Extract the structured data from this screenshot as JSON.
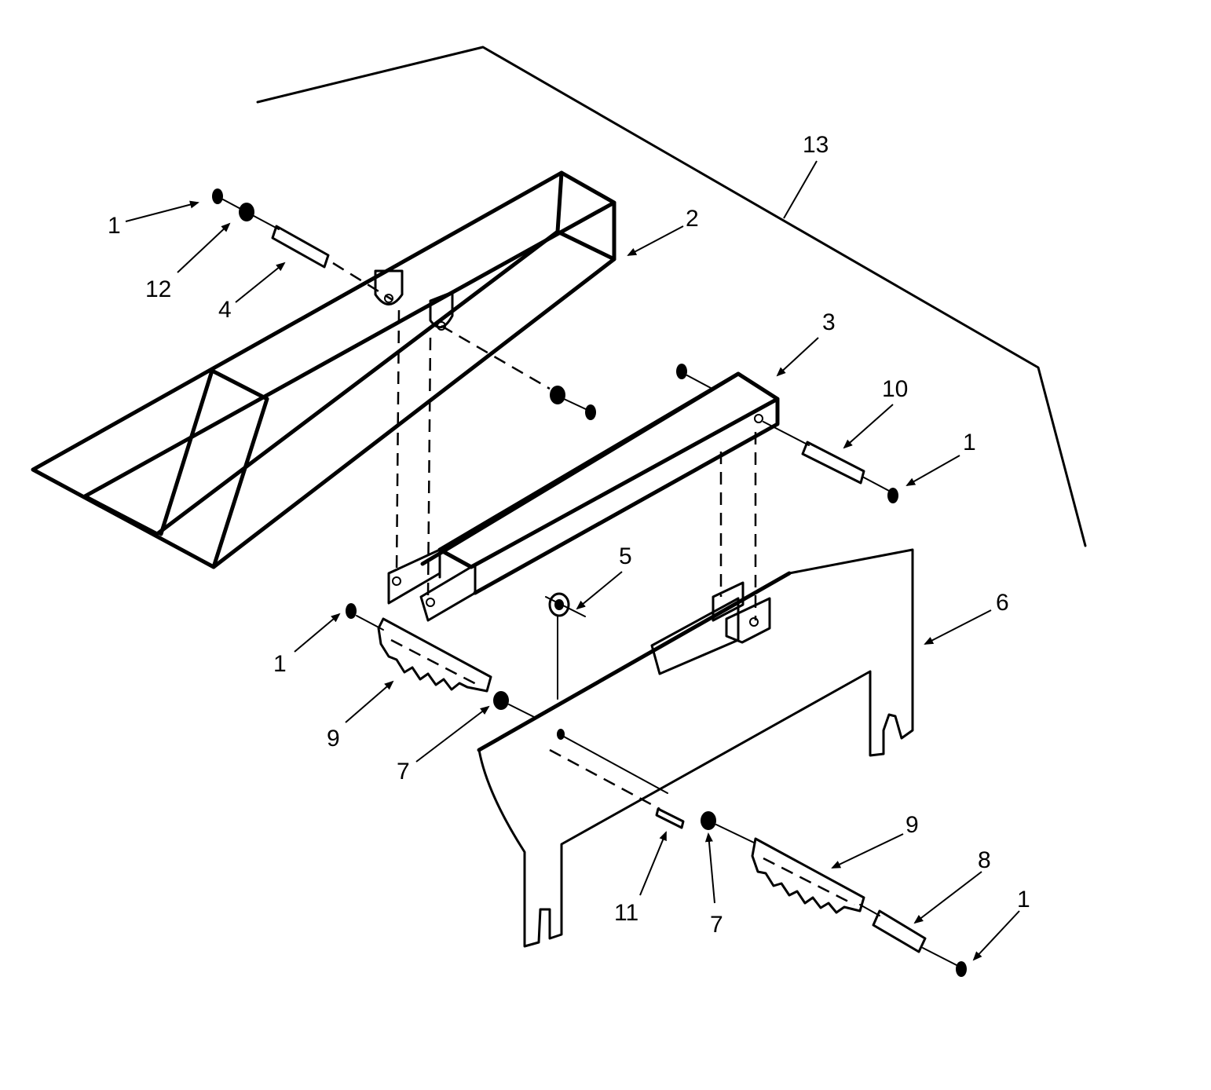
{
  "callouts": [
    {
      "id": "c1a",
      "label": "1"
    },
    {
      "id": "c12",
      "label": "12"
    },
    {
      "id": "c4",
      "label": "4"
    },
    {
      "id": "c2",
      "label": "2"
    },
    {
      "id": "c13",
      "label": "13"
    },
    {
      "id": "c3",
      "label": "3"
    },
    {
      "id": "c10",
      "label": "10"
    },
    {
      "id": "c1b",
      "label": "1"
    },
    {
      "id": "c5",
      "label": "5"
    },
    {
      "id": "c6",
      "label": "6"
    },
    {
      "id": "c1c",
      "label": "1"
    },
    {
      "id": "c9a",
      "label": "9"
    },
    {
      "id": "c7a",
      "label": "7"
    },
    {
      "id": "c11",
      "label": "11"
    },
    {
      "id": "c7b",
      "label": "7"
    },
    {
      "id": "c9b",
      "label": "9"
    },
    {
      "id": "c8",
      "label": "8"
    },
    {
      "id": "c1d",
      "label": "1"
    }
  ]
}
